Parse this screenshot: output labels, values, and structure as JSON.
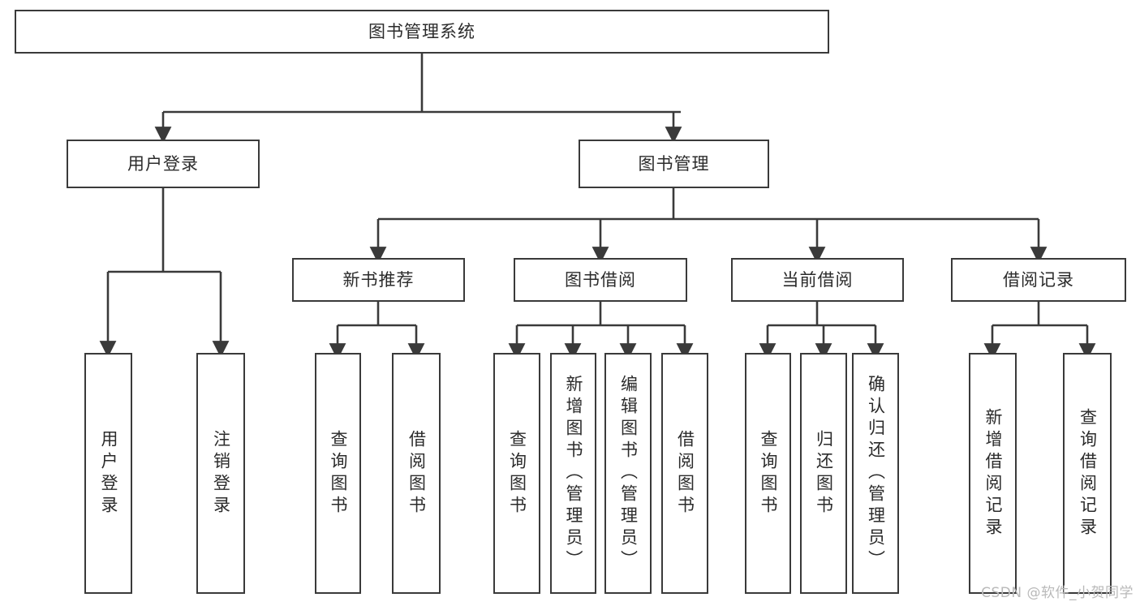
{
  "diagram": {
    "type": "tree",
    "title": "图书管理系统",
    "watermark": "CSDN @软件_小贺同学",
    "style": {
      "stroke": "#3a3a3a",
      "text": "#2b2b2b",
      "background": "#ffffff",
      "watermark_color": "#b9b9b9"
    },
    "nodes": {
      "root": {
        "label": "图书管理系统"
      },
      "level2": [
        {
          "id": "user-login",
          "label": "用户登录"
        },
        {
          "id": "book-manage",
          "label": "图书管理"
        }
      ],
      "level3": [
        {
          "id": "new-book-rec",
          "label": "新书推荐"
        },
        {
          "id": "book-borrow",
          "label": "图书借阅"
        },
        {
          "id": "current-borrow",
          "label": "当前借阅"
        },
        {
          "id": "borrow-record",
          "label": "借阅记录"
        }
      ],
      "leaves": [
        {
          "id": "leaf-user-login",
          "label": "用户登录",
          "parent": "user-login"
        },
        {
          "id": "leaf-logout",
          "label": "注销登录",
          "parent": "user-login"
        },
        {
          "id": "leaf-query-book-1",
          "label": "查询图书",
          "parent": "new-book-rec"
        },
        {
          "id": "leaf-borrow-book-1",
          "label": "借阅图书",
          "parent": "new-book-rec"
        },
        {
          "id": "leaf-query-book-2",
          "label": "查询图书",
          "parent": "book-borrow"
        },
        {
          "id": "leaf-add-book",
          "label": "新增图书（管理员）",
          "parent": "book-borrow"
        },
        {
          "id": "leaf-edit-book",
          "label": "编辑图书（管理员）",
          "parent": "book-borrow"
        },
        {
          "id": "leaf-borrow-book-2",
          "label": "借阅图书",
          "parent": "book-borrow"
        },
        {
          "id": "leaf-query-book-3",
          "label": "查询图书",
          "parent": "current-borrow"
        },
        {
          "id": "leaf-return-book",
          "label": "归还图书",
          "parent": "current-borrow"
        },
        {
          "id": "leaf-confirm-return",
          "label": "确认归还（管理员）",
          "parent": "current-borrow"
        },
        {
          "id": "leaf-add-record",
          "label": "新增借阅记录",
          "parent": "borrow-record"
        },
        {
          "id": "leaf-query-record",
          "label": "查询借阅记录",
          "parent": "borrow-record"
        }
      ]
    }
  }
}
